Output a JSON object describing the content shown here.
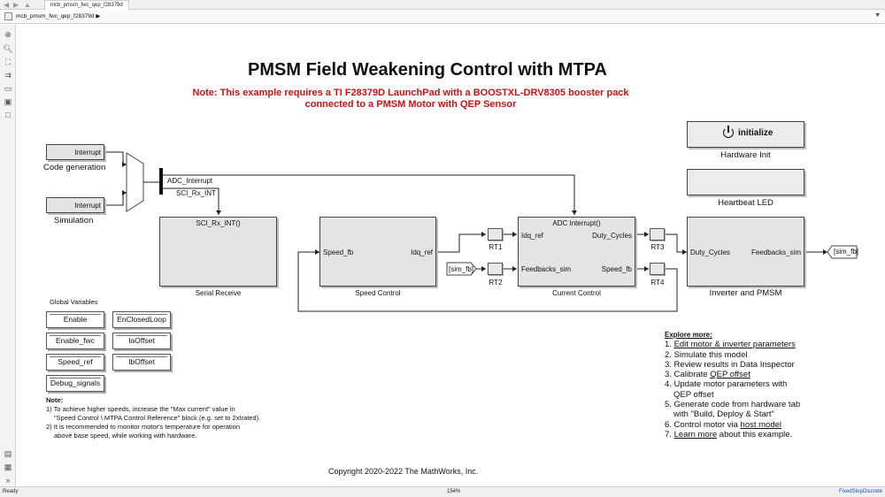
{
  "window": {
    "tab_label": "mcb_pmsm_fwc_qep_f28379d",
    "breadcrumb": "mcb_pmsm_fwc_qep_f28379d",
    "breadcrumb_arrow": "▶"
  },
  "model": {
    "title": "PMSM Field Weakening Control with MTPA",
    "note_line1": "Note: This example requires a TI F28379D LaunchPad with a BOOSTXL-DRV8305 booster pack",
    "note_line2": "connected to a PMSM Motor with QEP Sensor"
  },
  "blocks": {
    "interrupt1_label": "Interrupt",
    "code_generation": "Code generation",
    "interrupt2_label": "Interrupt",
    "simulation": "Simulation",
    "adc_interrupt": "ADC_Interrupt",
    "sci_rx_int": "SCI_Rx_INT",
    "serial_receive_port": "SCI_Rx_INT()",
    "serial_receive": "Serial Receive",
    "speed_control_in": "Speed_fb",
    "speed_control_out": "Idq_ref",
    "speed_control": "Speed Control",
    "rt1": "RT1",
    "rt2": "RT2",
    "rt3": "RT3",
    "rt4": "RT4",
    "sim_fb_from": "[sim_fb]",
    "sim_fb_goto": "[sim_fb]",
    "current_control_trigger": "ADC Interrupt()",
    "cc_in1": "Idq_ref",
    "cc_in2": "Feedbacks_sim",
    "cc_out1": "Duty_Cycles",
    "cc_out2": "Speed_fb",
    "current_control": "Current Control",
    "inv_in": "Duty_Cycles",
    "inv_out": "Feedbacks_sim",
    "inverter_pmsm": "Inverter and PMSM",
    "initialize": "initialize",
    "hardware_init": "Hardware Init",
    "heartbeat_led": "Heartbeat LED"
  },
  "global_variables": {
    "heading": "Global Variables",
    "items": [
      "Enable",
      "EnClosedLoop",
      "Enable_fwc",
      "IaOffset",
      "Speed_ref",
      "IbOffset",
      "Debug_signals"
    ]
  },
  "notes": {
    "heading": "Note:",
    "line1": "1) To achieve higher speeds, increase the \"Max current\" value in",
    "line2": "\"Speed Control \\ MTPA Control Reference\" block (e.g. set to 2xIrated).",
    "line3": "2) It is recommended to monitor motor's temperature for operation",
    "line4": "above base speed, while working with hardware."
  },
  "explore": {
    "heading": "Explore more:",
    "i1_pre": "1. ",
    "i1_link": "Edit motor & inverter parameters",
    "i2": "2. Simulate this model",
    "i3": "3. Review results in Data Inspector",
    "i4_pre": "3. Calibrate ",
    "i4_link": "QEP offset",
    "i5": "4. Update motor parameters with",
    "i5b": "QEP offset",
    "i6": "5. Generate code from hardware tab",
    "i6b": "with \"Build, Deploy & Start\"",
    "i7_pre": "6. Control motor via ",
    "i7_link": "host model",
    "i8_pre": "7. ",
    "i8_link": "Learn more",
    "i8_post": " about this example."
  },
  "copyright": "Copyright 2020-2022 The MathWorks, Inc.",
  "status": {
    "left": "Ready",
    "zoom": "154%",
    "solver": "FixedStepDiscrete"
  }
}
